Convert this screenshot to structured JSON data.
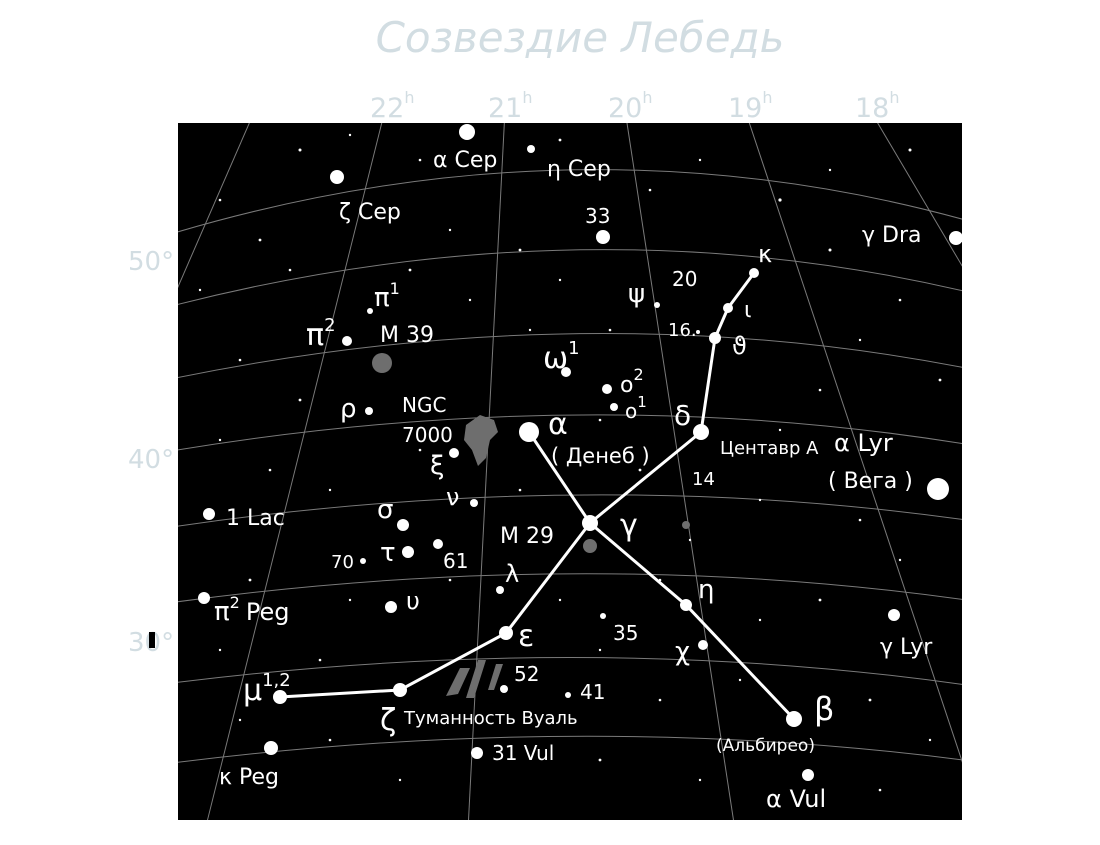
{
  "title": "Созвездие Лебедь",
  "colors": {
    "sky": "#000000",
    "paper": "#ffffff",
    "grid": "#7a7a7a",
    "star": "#ffffff",
    "label": "#ffffff",
    "header_text": "#d2dde2",
    "object": "#6e6e6e"
  },
  "ra_labels": [
    {
      "h": "22",
      "sup": "h"
    },
    {
      "h": "21",
      "sup": "h"
    },
    {
      "h": "20",
      "sup": "h"
    },
    {
      "h": "19",
      "sup": "h"
    },
    {
      "h": "18",
      "sup": "h"
    }
  ],
  "dec_labels": [
    "50°",
    "40°",
    "30°"
  ],
  "constellation_stars": [
    {
      "id": "deneb",
      "greek": "α",
      "name": "Денеб"
    },
    {
      "id": "sadr",
      "greek": "γ"
    },
    {
      "id": "delta",
      "greek": "δ"
    },
    {
      "id": "theta",
      "greek": "ϑ"
    },
    {
      "id": "iota",
      "greek": "ι"
    },
    {
      "id": "kappa",
      "greek": "κ"
    },
    {
      "id": "eta",
      "greek": "η"
    },
    {
      "id": "chi",
      "greek": "χ"
    },
    {
      "id": "albireo",
      "greek": "β",
      "name": "Альбирео"
    },
    {
      "id": "epsilon",
      "greek": "ε"
    },
    {
      "id": "zeta",
      "greek": "ζ"
    },
    {
      "id": "mu",
      "greek": "μ",
      "sup": "1,2"
    }
  ],
  "star_labels": {
    "alpha_cep": "α Cep",
    "eta_cep": "η Cep",
    "zeta_cep": "ζ Cep",
    "n33": "33",
    "gamma_dra": "γ Dra",
    "psi": "ψ",
    "n20": "20",
    "n16": "16.",
    "omega1": "ω",
    "omega1_sup": "1",
    "o2": "o",
    "o2_sup": "2",
    "o1": "o",
    "o1_sup": "1",
    "pi1": "π",
    "pi1_sup": "1",
    "pi2": "π",
    "pi2_sup": "2",
    "m39": "M 39",
    "rho": "ρ",
    "ngc_a": "NGC",
    "ngc_b": "7000",
    "xi": "ξ",
    "nu": "ν",
    "centaur": "Центавр А",
    "alpha_lyr": "α Lyr",
    "vega": "Вега",
    "n14": "14",
    "one_lac": "1 Lac",
    "sigma": "σ",
    "tau": "τ",
    "n70": "70",
    "n61": "61",
    "m29": "M 29",
    "lambda": "λ",
    "upsilon": "υ",
    "pi2_peg": "π",
    "pi2_peg_sup": "2",
    "peg": "Peg",
    "n35": "35",
    "gamma_lyr": "γ Lyr",
    "n52": "52",
    "n41": "41",
    "veil": "Туманность Вуаль",
    "kappa_peg": "κ Peg",
    "n31vul": "31 Vul",
    "alpha_vul": "α Vul"
  }
}
